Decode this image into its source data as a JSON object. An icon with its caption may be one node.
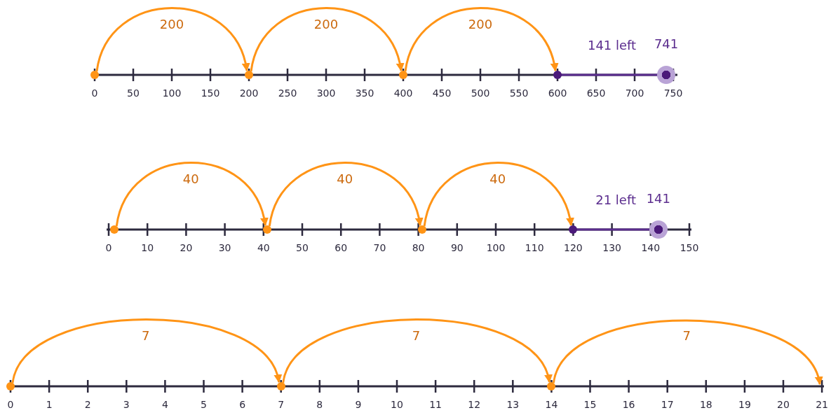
{
  "diagram": {
    "nodes": [
      {
        "text": [],
        "shape": "circle"
      },
      {
        "text": [],
        "shape": "circle"
      },
      {
        "text": [],
        "shape": "circle"
      },
      {
        "text": [],
        "shape": "circle"
      },
      {
        "text": [],
        "shape": "circle",
        "beside": [
          "741"
        ]
      },
      {
        "text": [],
        "shape": "circle"
      },
      {
        "text": [],
        "shape": "circle"
      },
      {
        "text": [],
        "shape": "circle"
      },
      {
        "text": [],
        "shape": "circle"
      },
      {
        "text": [],
        "shape": "circle",
        "beside": [
          "141"
        ]
      },
      {
        "text": [],
        "shape": "circle"
      },
      {
        "text": [],
        "shape": "circle"
      },
      {
        "text": [],
        "shape": "circle"
      }
    ],
    "edges": [
      {
        "from": 0,
        "to": 1,
        "arrow": "to",
        "label": "200"
      },
      {
        "from": 1,
        "to": 2,
        "arrow": "to",
        "label": "200"
      },
      {
        "from": 2,
        "to": 3,
        "arrow": "to",
        "label": "200"
      },
      {
        "from": 3,
        "to": 4,
        "arrow": "none",
        "label": "141 left",
        "color": "#5b2d8e"
      },
      {
        "from": 5,
        "to": 6,
        "arrow": "to",
        "label": "40"
      },
      {
        "from": 6,
        "to": 7,
        "arrow": "to",
        "label": "40"
      },
      {
        "from": 7,
        "to": 8,
        "arrow": "to",
        "label": "40"
      },
      {
        "from": 8,
        "to": 9,
        "arrow": "none",
        "label": "21 left",
        "color": "#5b2d8e"
      },
      {
        "from": 10,
        "to": 11,
        "arrow": "to",
        "label": "7"
      },
      {
        "from": 11,
        "to": 12,
        "arrow": "to",
        "label": "7"
      },
      {
        "from": 12,
        "to": null,
        "arrow": "to",
        "label": "7"
      }
    ],
    "labels": [
      "0",
      "50",
      "100",
      "150",
      "200",
      "250",
      "300",
      "350",
      "400",
      "450",
      "500",
      "550",
      "600",
      "650",
      "700",
      "750",
      "0",
      "10",
      "20",
      "30",
      "40",
      "50",
      "60",
      "70",
      "80",
      "90",
      "100",
      "110",
      "120",
      "130",
      "140",
      "150",
      "0",
      "1",
      "2",
      "3",
      "4",
      "5",
      "6",
      "7",
      "8",
      "9",
      "10",
      "11",
      "12",
      "13",
      "14",
      "15",
      "16",
      "17",
      "18",
      "19",
      "20",
      "21"
    ]
  }
}
